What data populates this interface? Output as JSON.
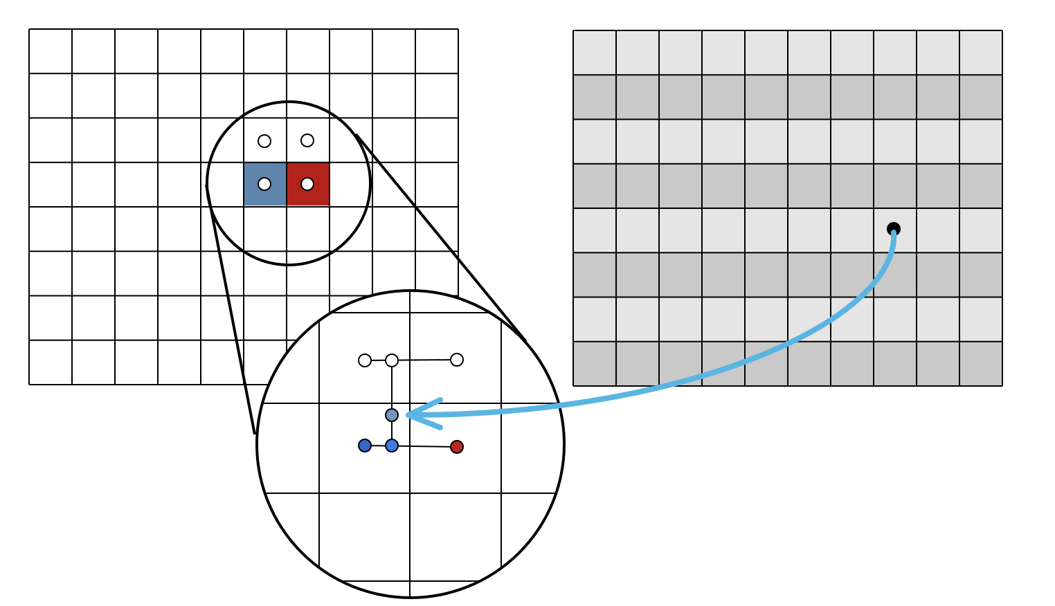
{
  "colors": {
    "background": "#ffffff",
    "grid_line": "#000000",
    "highlight_left": "#5f85ad",
    "highlight_right": "#b2231b",
    "stripe_light": "#e5e5e5",
    "stripe_dark": "#c9c9c9",
    "arrow": "#5ab5e2",
    "node_open": "#ffffff",
    "node_interpolated": "#7493bd",
    "node_blue": "#3468c2",
    "node_red": "#b52a22",
    "source_point": "#000000"
  },
  "left_grid": {
    "columns": 10,
    "rows": 8
  },
  "right_grid": {
    "columns": 10,
    "rows": 8,
    "row_pattern": [
      "light",
      "dark"
    ]
  },
  "icons": [
    "magnifier-lens-icon",
    "curved-arrow-icon"
  ]
}
